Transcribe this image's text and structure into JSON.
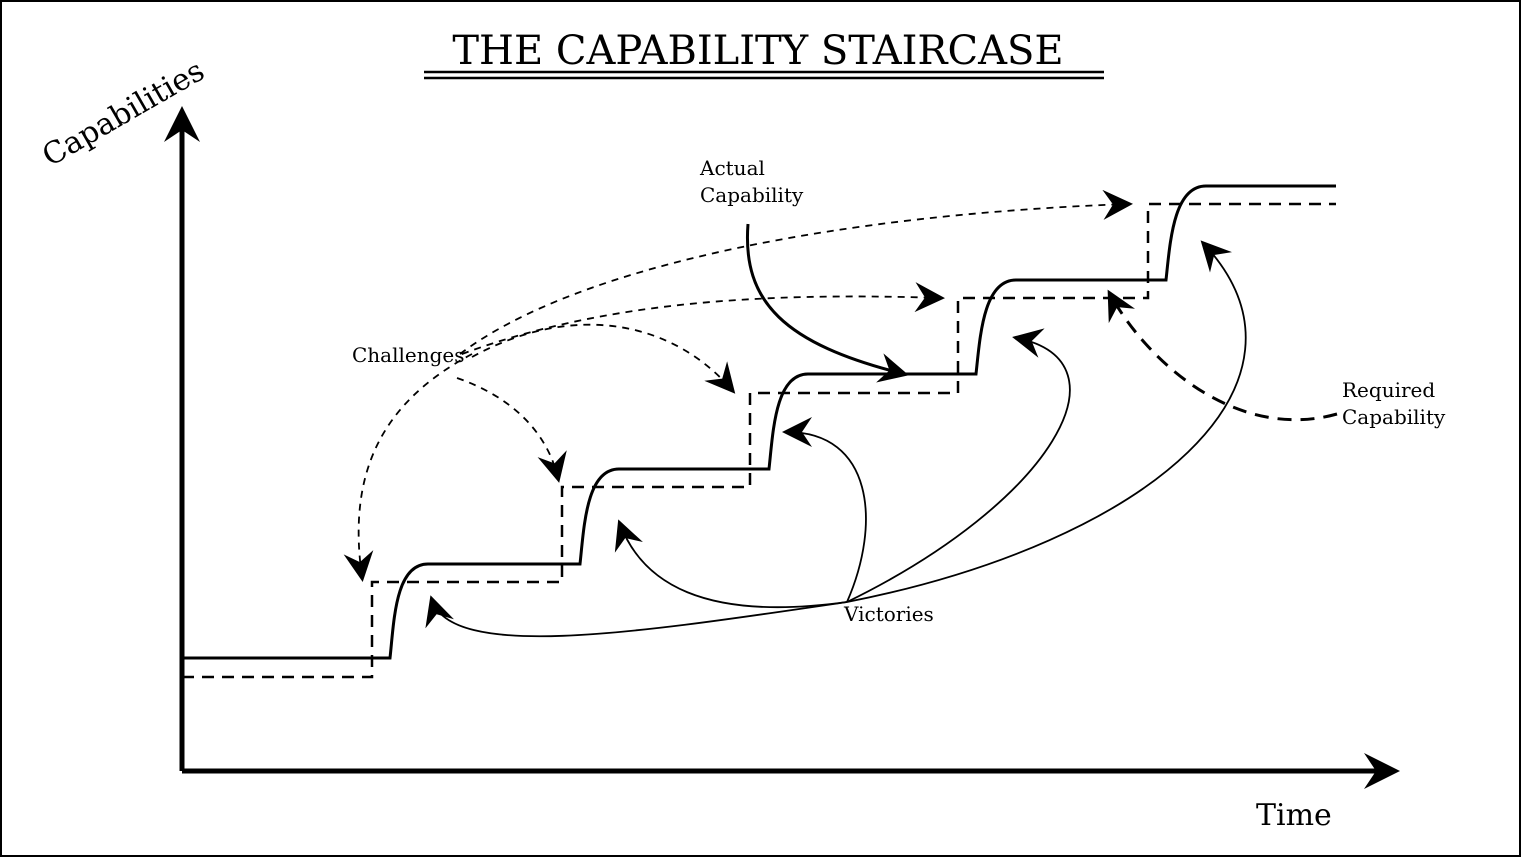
{
  "title": "THE CAPABILITY STAIRCASE",
  "axes": {
    "y_label": "Capabilities",
    "x_label": "Time"
  },
  "labels": {
    "actual_line1": "Actual",
    "actual_line2": "Capability",
    "required_line1": "Required",
    "required_line2": "Capability",
    "challenges": "Challenges",
    "victories": "Victories"
  },
  "colors": {
    "ink": "#000000",
    "background": "#ffffff"
  }
}
